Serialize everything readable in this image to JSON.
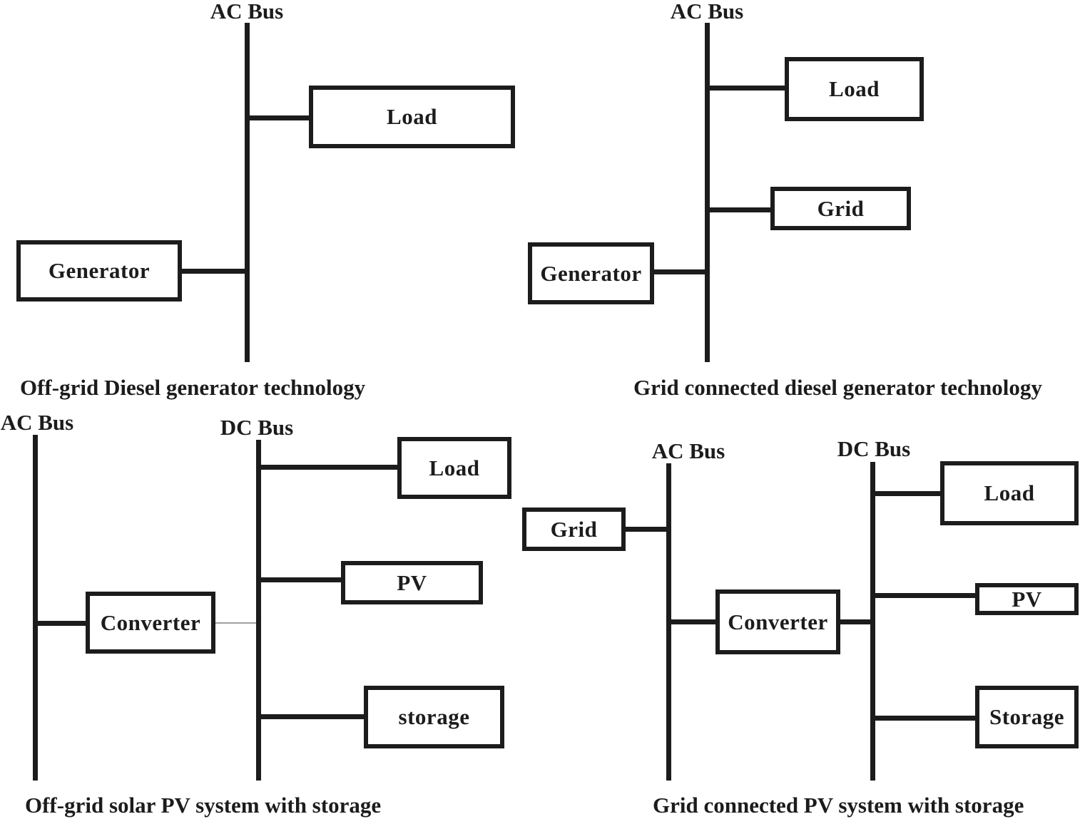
{
  "colors": {
    "line": "#1c1c1c",
    "background": "#ffffff",
    "thin_connector": "#a0a0a0"
  },
  "diagrams": {
    "offgrid_diesel": {
      "caption": "Off-grid Diesel generator technology",
      "bus_label": "AC Bus",
      "nodes": {
        "load": "Load",
        "generator": "Generator"
      }
    },
    "grid_diesel": {
      "caption": "Grid connected diesel generator technology",
      "bus_label": "AC Bus",
      "nodes": {
        "load": "Load",
        "grid": "Grid",
        "generator": "Generator"
      }
    },
    "offgrid_pv": {
      "caption": "Off-grid solar PV system with storage",
      "ac_bus_label": "AC Bus",
      "dc_bus_label": "DC Bus",
      "nodes": {
        "load": "Load",
        "pv": "PV",
        "converter": "Converter",
        "storage": "storage"
      }
    },
    "grid_pv": {
      "caption": "Grid connected PV system with storage",
      "ac_bus_label": "AC Bus",
      "dc_bus_label": "DC Bus",
      "nodes": {
        "grid": "Grid",
        "load": "Load",
        "pv": "PV",
        "converter": "Converter",
        "storage": "Storage"
      }
    }
  }
}
